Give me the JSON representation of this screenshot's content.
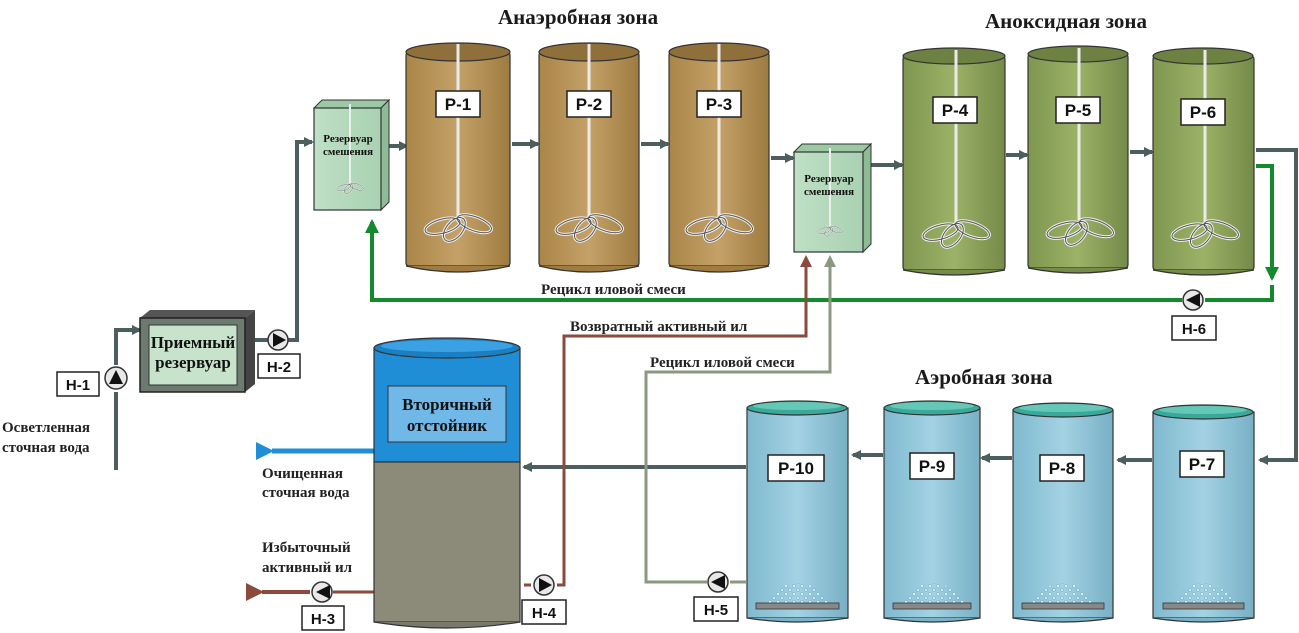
{
  "zones": {
    "anaerobic": "Анаэробная зона",
    "anoxic": "Аноксидная зона",
    "aerobic": "Аэробная зона"
  },
  "reactors": [
    "Р-1",
    "Р-2",
    "Р-3",
    "Р-4",
    "Р-5",
    "Р-6",
    "Р-7",
    "Р-8",
    "Р-9",
    "Р-10"
  ],
  "pumps": [
    "Н-1",
    "Н-2",
    "Н-3",
    "Н-4",
    "Н-5",
    "Н-6"
  ],
  "mixing_tank": {
    "line1": "Резервуар",
    "line2": "смешения"
  },
  "receiving_tank": {
    "line1": "Приемный",
    "line2": "резервуар"
  },
  "clarifier": {
    "line1": "Вторичный",
    "line2": "отстойник"
  },
  "flows": {
    "inlet_line1": "Осветленная",
    "inlet_line2": "сточная вода",
    "treated_line1": "Очищенная",
    "treated_line2": "сточная вода",
    "excess_line1": "Избыточный",
    "excess_line2": "активный ил",
    "recycle_top": "Рецикл иловой смеси",
    "return_sludge": "Возвратный активный ил",
    "recycle_mid": "Рецикл иловой смеси"
  },
  "colors": {
    "anaerobic": "#b8955a",
    "anoxic": "#8fa55c",
    "aerobic": "#8fc3d6",
    "pipe": "#4d5e5e",
    "recycle_green": "#138a2c",
    "return_brown": "#8b4a3c",
    "recycle_gray": "#8a9a80",
    "clarified": "#1f8ed6",
    "sludge": "#8c8a78"
  }
}
